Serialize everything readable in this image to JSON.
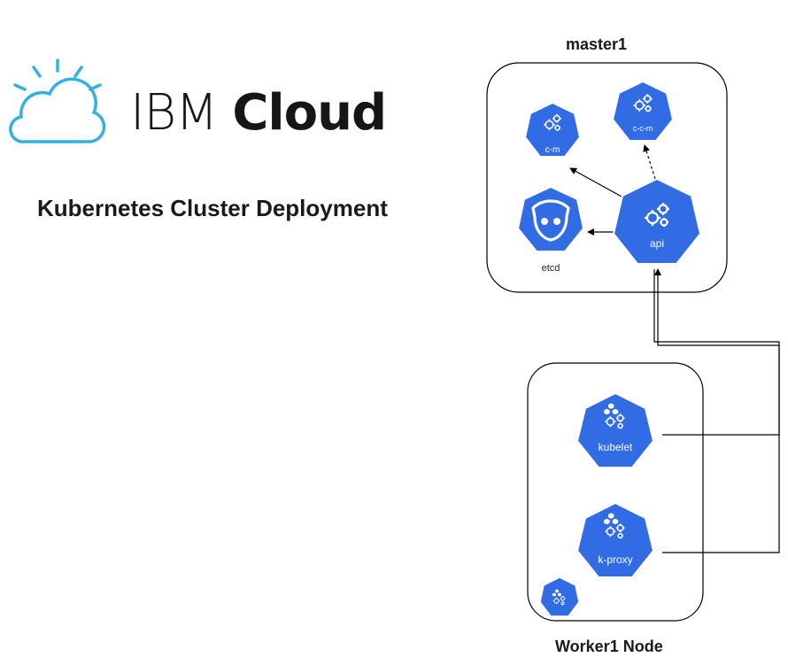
{
  "logo": {
    "brand": "IBM",
    "product": "Cloud"
  },
  "title": "Kubernetes Cluster Deployment",
  "master": {
    "name": "master1",
    "components": {
      "cm": "c-m",
      "ccm": "c-c-m",
      "api": "api",
      "etcd": "etcd"
    }
  },
  "worker": {
    "name": "Worker1 Node",
    "components": {
      "kubelet": "kubelet",
      "kproxy": "k-proxy"
    }
  },
  "colors": {
    "k8s_blue": "#326ce5",
    "logo_blue": "#33b1e0",
    "line": "#000000"
  }
}
